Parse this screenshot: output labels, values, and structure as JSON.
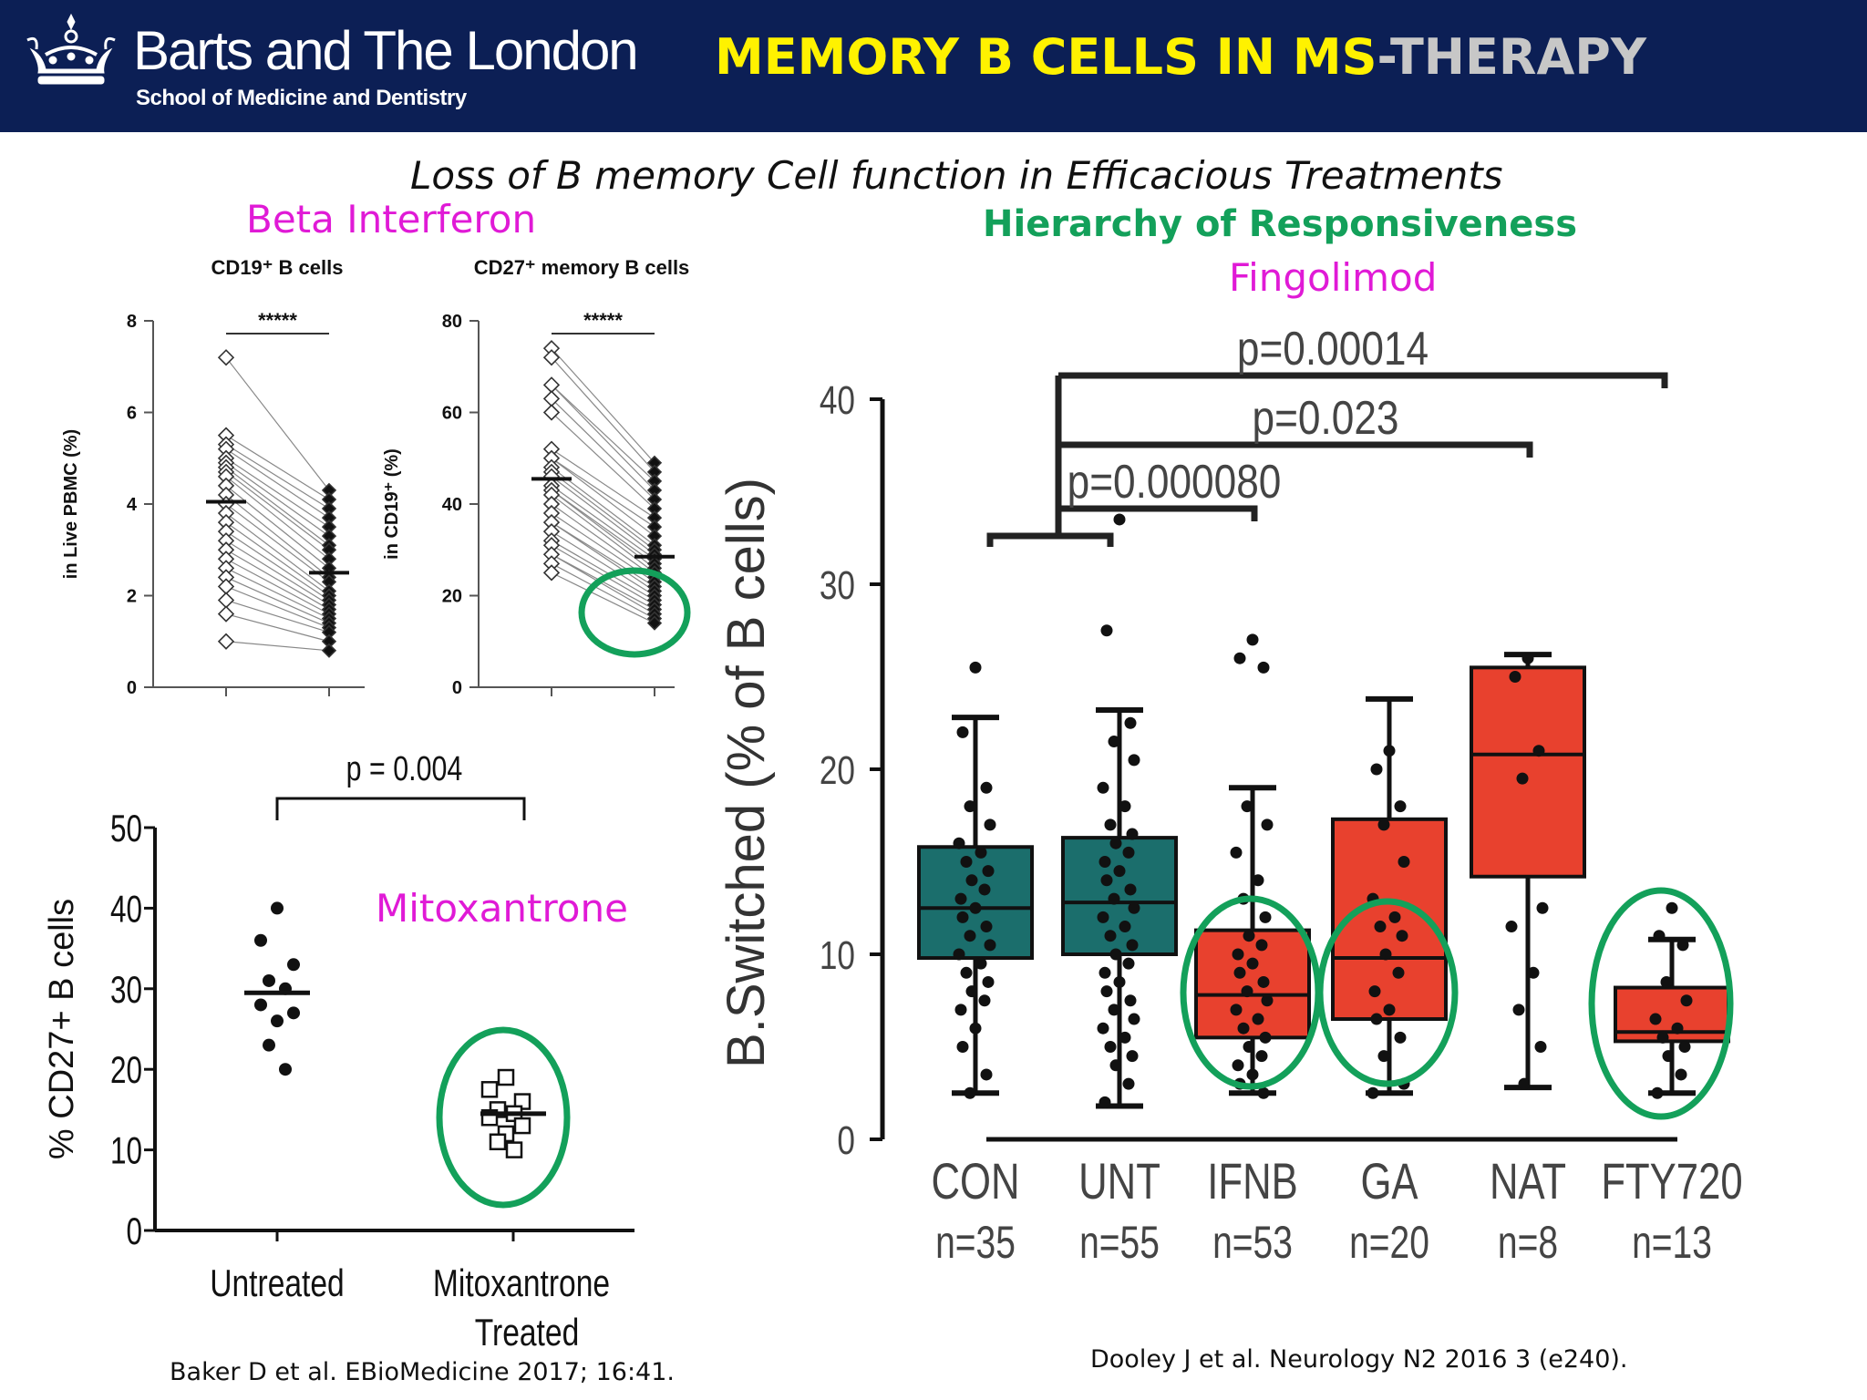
{
  "header": {
    "logo_name": "Barts and The London",
    "logo_subtitle": "School of Medicine and Dentistry",
    "title_part1": "MEMORY B CELLS IN MS",
    "title_part2": "-THERAPY",
    "logo_icon": "crown-icon",
    "colors": {
      "background": "#0c1f55",
      "title_highlight": "#fff200",
      "title_muted": "#c7c7c7"
    }
  },
  "slide": {
    "subtitle": "Loss of B memory Cell function in Efficacious Treatments",
    "label_beta": "Beta Interferon",
    "label_hierarchy": "Hierarchy of Responsiveness",
    "label_fingolimod": "Fingolimod",
    "label_mitoxantrone": "Mitoxantrone",
    "ref_left": "Baker D et al. EBioMedicine 2017; 16:41.",
    "ref_right": "Dooley J et al. Neurology N2 2016 3 (e240).",
    "colors": {
      "magenta": "#e01ad6",
      "green": "#13a05a",
      "teal_box": "#1b6e6c",
      "red_box": "#e8412e"
    }
  },
  "chart_data": [
    {
      "type": "scatter",
      "title": "CD19⁺ B cells",
      "ylabel": "in Live PBMC (%)",
      "ylim": [
        0,
        8
      ],
      "yticks": [
        "0",
        "2",
        "4",
        "6",
        "8"
      ],
      "significance": "*****",
      "series": [
        {
          "marker": "open-diamond",
          "median": 4.05,
          "values": [
            7.2,
            5.5,
            5.3,
            5.2,
            5.0,
            4.9,
            4.8,
            4.7,
            4.6,
            4.4,
            4.2,
            4.0,
            3.8,
            3.6,
            3.4,
            3.2,
            3.0,
            2.8,
            2.6,
            2.4,
            2.2,
            1.9,
            1.6,
            1.0
          ]
        },
        {
          "marker": "filled-diamond",
          "median": 2.5,
          "values": [
            4.3,
            4.1,
            3.9,
            3.7,
            3.5,
            3.3,
            3.1,
            3.0,
            2.8,
            2.6,
            2.4,
            2.3,
            2.1,
            2.0,
            1.9,
            1.8,
            1.7,
            1.6,
            1.5,
            1.4,
            1.3,
            1.2,
            1.0,
            0.8
          ]
        }
      ]
    },
    {
      "type": "scatter",
      "title": "CD27⁺ memory B cells",
      "ylabel": "in CD19⁺ (%)",
      "ylim": [
        0,
        80
      ],
      "yticks": [
        "0",
        "20",
        "40",
        "60",
        "80"
      ],
      "significance": "*****",
      "series": [
        {
          "marker": "open-diamond",
          "median": 45.5,
          "values": [
            74,
            72,
            66,
            63,
            60,
            52,
            50,
            48,
            47,
            46,
            44,
            43,
            42,
            40,
            38,
            36,
            34,
            32,
            31,
            29,
            27,
            25
          ]
        },
        {
          "marker": "filled-diamond",
          "median": 28.5,
          "values": [
            49,
            47,
            45,
            43,
            41,
            39,
            37,
            35,
            33,
            31,
            30,
            29,
            28,
            27,
            26,
            25,
            24,
            23,
            22,
            21,
            20,
            19,
            18,
            17,
            16,
            15,
            14
          ]
        }
      ]
    },
    {
      "type": "scatter",
      "ylabel": "% CD27+ B cells",
      "ylim": [
        0,
        50
      ],
      "yticks": [
        "0",
        "10",
        "20",
        "30",
        "40",
        "50"
      ],
      "categories": [
        "Untreated",
        "Mitoxantrone Treated"
      ],
      "p_value": "p = 0.004",
      "series": [
        {
          "name": "Untreated",
          "marker": "filled-circle",
          "median": 29.5,
          "values": [
            40,
            36,
            33,
            31,
            30,
            28,
            27,
            26,
            23,
            20
          ]
        },
        {
          "name": "Mitoxantrone Treated",
          "marker": "open-square",
          "median": 14.5,
          "values": [
            19,
            17.5,
            16,
            15,
            14.5,
            14,
            13,
            12,
            11,
            10
          ]
        }
      ]
    },
    {
      "type": "box",
      "ylabel": "B.Switched (% of B cells)",
      "ylim": [
        0,
        40
      ],
      "yticks": [
        "0",
        "10",
        "20",
        "30",
        "40"
      ],
      "categories": [
        "CON",
        "UNT",
        "IFNB",
        "GA",
        "NAT",
        "FTY720"
      ],
      "n_labels": [
        "n=35",
        "n=55",
        "n=53",
        "n=20",
        "n=8",
        "n=13"
      ],
      "boxes": [
        {
          "q1": 9.8,
          "median": 12.5,
          "q3": 15.8,
          "whisker_low": 2.5,
          "whisker_high": 22.8,
          "color": "#1b6e6c",
          "points": [
            25.5,
            22,
            19,
            18,
            17,
            16,
            15.5,
            15,
            14.5,
            14,
            13.5,
            13,
            12.5,
            12,
            11.5,
            11,
            10.5,
            10,
            9.5,
            9,
            8.5,
            8,
            7.5,
            7,
            6,
            5,
            3.5,
            2.5
          ]
        },
        {
          "q1": 10,
          "median": 12.8,
          "q3": 16.3,
          "whisker_low": 1.8,
          "whisker_high": 23.2,
          "color": "#1b6e6c",
          "points": [
            33.5,
            27.5,
            22.5,
            21.5,
            20.5,
            19,
            18,
            17,
            16.5,
            16,
            15.5,
            15,
            14.5,
            14,
            13.5,
            13,
            12.5,
            12,
            11.5,
            11,
            10.5,
            10,
            9.5,
            9,
            8.5,
            8,
            7.5,
            7,
            6.5,
            6,
            5.5,
            5,
            4.5,
            4,
            3,
            2
          ]
        },
        {
          "q1": 5.5,
          "median": 7.8,
          "q3": 11.3,
          "whisker_low": 2.5,
          "whisker_high": 19,
          "color": "#e8412e",
          "points": [
            27,
            26,
            25.5,
            18,
            17,
            15.5,
            14,
            13,
            12,
            11,
            10.5,
            10,
            9.5,
            9,
            8.5,
            8,
            7.5,
            7,
            6.5,
            6,
            5.5,
            5,
            4.5,
            4,
            3.5,
            3,
            2.5
          ]
        },
        {
          "q1": 6.5,
          "median": 9.8,
          "q3": 17.3,
          "whisker_low": 2.5,
          "whisker_high": 23.8,
          "color": "#e8412e",
          "points": [
            21,
            20,
            18,
            17,
            15,
            13,
            12,
            11.5,
            11,
            10,
            9,
            8,
            7,
            6.5,
            5.5,
            4.5,
            3,
            2.5
          ]
        },
        {
          "q1": 14.2,
          "median": 20.8,
          "q3": 25.5,
          "whisker_low": 2.8,
          "whisker_high": 26.2,
          "color": "#e8412e",
          "points": [
            26,
            25,
            21,
            19.5,
            12.5,
            11.5,
            9,
            7,
            5,
            3
          ]
        },
        {
          "q1": 5.3,
          "median": 5.8,
          "q3": 8.2,
          "whisker_low": 2.5,
          "whisker_high": 10.8,
          "color": "#e8412e",
          "points": [
            12.5,
            11,
            10.5,
            8.5,
            7.5,
            6.5,
            6,
            5.5,
            5,
            4.5,
            3.5,
            2.5
          ]
        }
      ],
      "brackets": [
        {
          "label": "p=0.00014",
          "to_category": "FTY720"
        },
        {
          "label": "p=0.023",
          "to_category": "NAT"
        },
        {
          "label": "p=0.000080",
          "to_category": "IFNB"
        }
      ]
    }
  ]
}
